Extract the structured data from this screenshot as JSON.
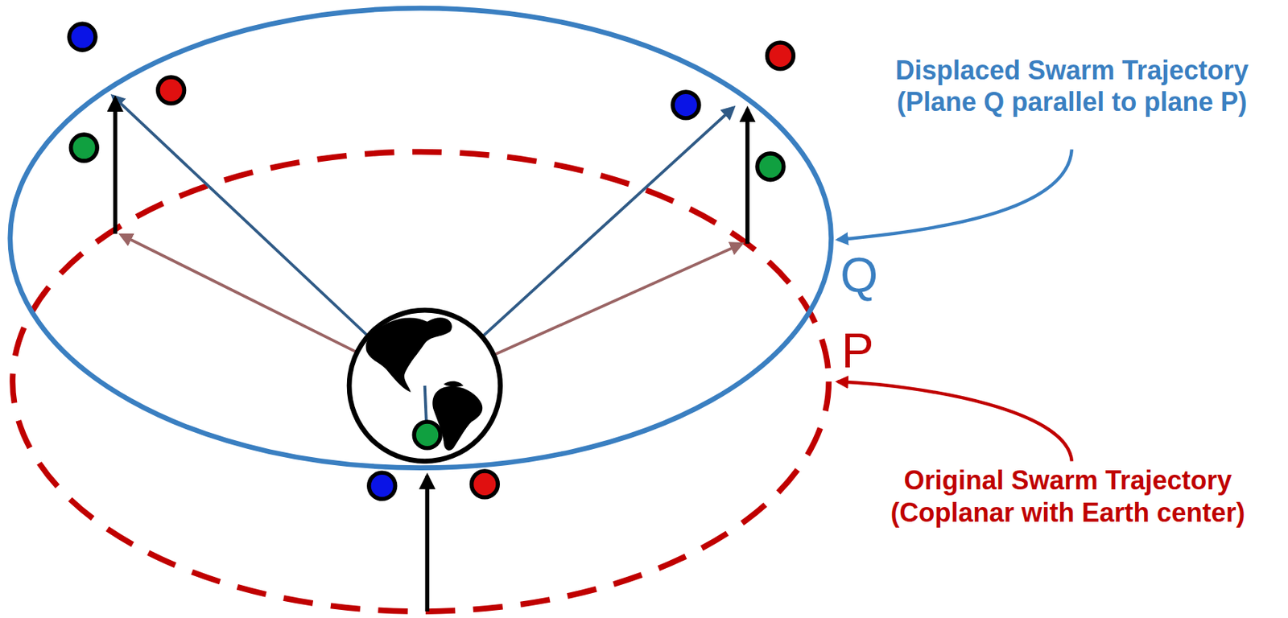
{
  "diagram": {
    "labels": [
      "Displaced Swarm Trajectory (Plane Q parallel to plane P)",
      "Q",
      "P",
      "Original Swarm Trajectory (Coplanar with Earth center)"
    ]
  }
}
